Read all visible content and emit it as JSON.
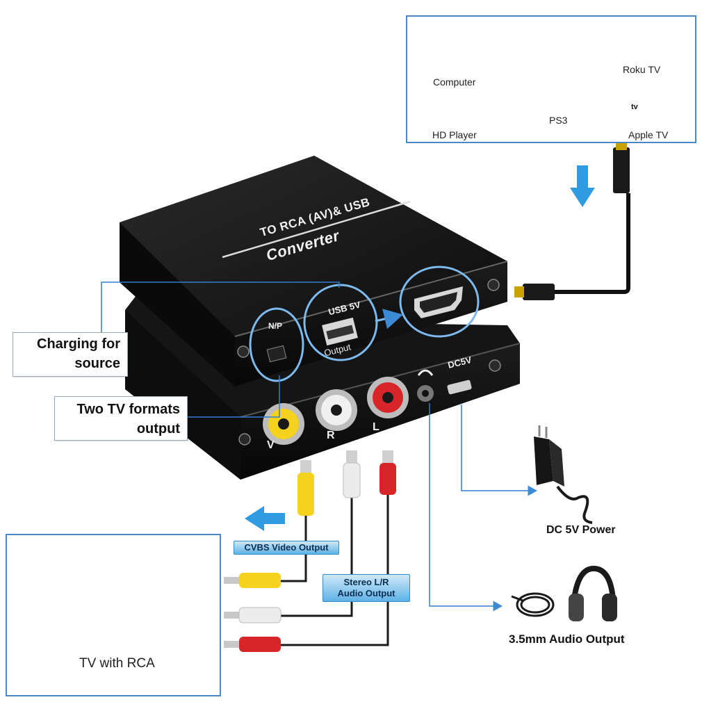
{
  "source_devices": {
    "computer": "Computer",
    "ps3": "PS3",
    "roku": "Roku TV",
    "hd_player": "HD Player",
    "apple_tv": "Apple TV",
    "roku_logo": "Roku",
    "apple_tv_logo": "tv"
  },
  "device_labels": {
    "title_line1": "TO RCA (AV)& USB",
    "title_line2": "Converter",
    "np_switch": "N/P",
    "usb": "USB 5V",
    "usb_output": "Output",
    "dc5v": "DC5V",
    "port_v": "V",
    "port_r": "R",
    "port_l": "L"
  },
  "callouts": {
    "charging_line1": "Charging for",
    "charging_line2": "source",
    "tv_formats_line1": "Two TV formats",
    "tv_formats_line2": "output"
  },
  "tags": {
    "cvbs": "CVBS Video Output",
    "stereo_line1": "Stereo L/R",
    "stereo_line2": "Audio Output"
  },
  "outputs": {
    "power": "DC 5V Power",
    "audio": "3.5mm Audio Output",
    "tv": "TV with RCA"
  },
  "colors": {
    "frame_blue": "#4a88c2",
    "arrow_blue": "#2f9be0",
    "video_yellow": "#f4d21e",
    "audio_red": "#d8252a",
    "audio_white": "#e6e6e6"
  }
}
